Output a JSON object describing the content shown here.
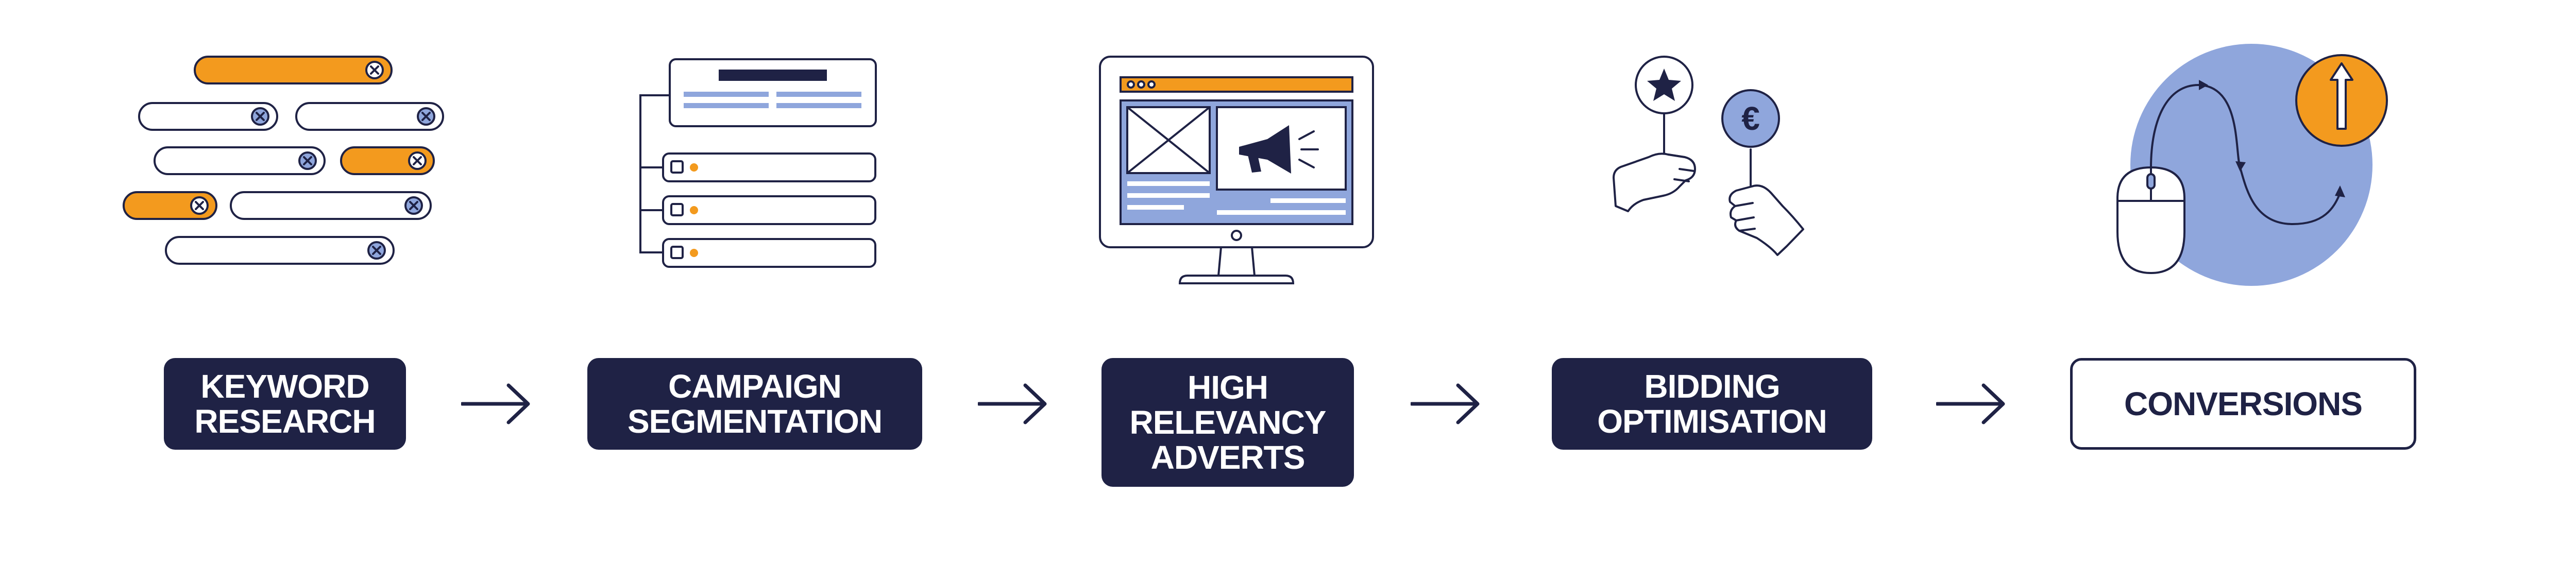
{
  "colors": {
    "navy": "#1f2245",
    "orange": "#f39a1e",
    "periwinkle": "#8fa6dc",
    "light_periwinkle": "#c4d0ef",
    "white": "#ffffff"
  },
  "stages": [
    {
      "id": "keyword-research",
      "label": "KEYWORD\nRESEARCH",
      "icon": "keyword-tags-icon",
      "style": "dark"
    },
    {
      "id": "campaign-segmentation",
      "label": "CAMPAIGN\nSEGMENTATION",
      "icon": "hierarchy-tree-icon",
      "style": "dark"
    },
    {
      "id": "high-relevancy-adverts",
      "label": "HIGH\nRELEVANCY\nADVERTS",
      "icon": "monitor-megaphone-icon",
      "style": "dark"
    },
    {
      "id": "bidding-optimisation",
      "label": "BIDDING\nOPTIMISATION",
      "icon": "bidding-paddles-icon",
      "style": "dark"
    },
    {
      "id": "conversions",
      "label": "CONVERSIONS",
      "icon": "mouse-growth-icon",
      "style": "light"
    }
  ],
  "icons": {
    "euro_symbol": "€"
  },
  "arrows": [
    "right-arrow-icon",
    "right-arrow-icon",
    "right-arrow-icon",
    "right-arrow-icon"
  ]
}
